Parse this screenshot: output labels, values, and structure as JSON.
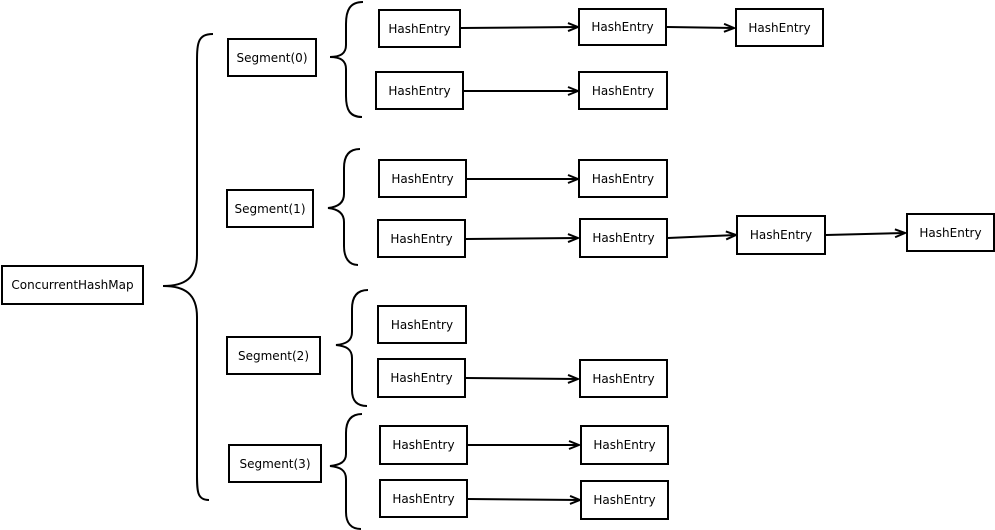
{
  "root": {
    "label": "ConcurrentHashMap"
  },
  "segments": [
    {
      "label": "Segment(0)",
      "chains": [
        [
          "HashEntry",
          "HashEntry",
          "HashEntry"
        ],
        [
          "HashEntry",
          "HashEntry"
        ]
      ]
    },
    {
      "label": "Segment(1)",
      "chains": [
        [
          "HashEntry",
          "HashEntry"
        ],
        [
          "HashEntry",
          "HashEntry",
          "HashEntry",
          "HashEntry"
        ]
      ]
    },
    {
      "label": "Segment(2)",
      "chains": [
        [
          "HashEntry"
        ],
        [
          "HashEntry",
          "HashEntry"
        ]
      ]
    },
    {
      "label": "Segment(3)",
      "chains": [
        [
          "HashEntry",
          "HashEntry"
        ],
        [
          "HashEntry",
          "HashEntry"
        ]
      ]
    }
  ]
}
